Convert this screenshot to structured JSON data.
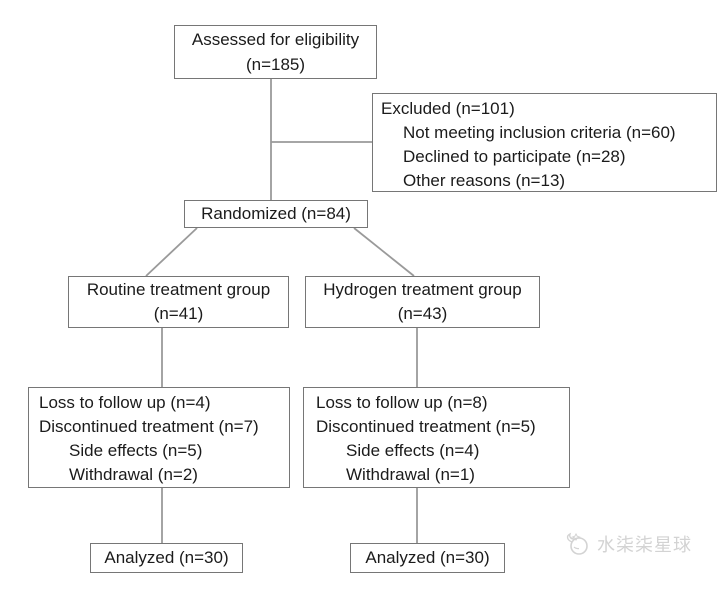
{
  "colors": {
    "box_border": "#767676",
    "connector": "#9a9a9a",
    "text": "#1b1b1b",
    "watermark": "#d3d3d3",
    "background": "#ffffff"
  },
  "flowchart": {
    "assessed": {
      "line1": "Assessed for eligibility",
      "line2": "(n=185)"
    },
    "excluded": {
      "title": "Excluded (n=101)",
      "items": [
        "Not meeting inclusion criteria (n=60)",
        "Declined to participate (n=28)",
        "Other reasons (n=13)"
      ]
    },
    "randomized": {
      "label": "Randomized (n=84)"
    },
    "routine_group": {
      "line1": "Routine treatment group",
      "line2": "(n=41)"
    },
    "hydrogen_group": {
      "line1": "Hydrogen treatment group",
      "line2": "(n=43)"
    },
    "routine_followup": {
      "line1": "Loss to follow up (n=4)",
      "line2": "Discontinued treatment (n=7)",
      "sub1": "Side effects (n=5)",
      "sub2": "Withdrawal (n=2)"
    },
    "hydrogen_followup": {
      "line1": "Loss to follow up (n=8)",
      "line2": "Discontinued treatment (n=5)",
      "sub1": "Side effects (n=4)",
      "sub2": "Withdrawal (n=1)"
    },
    "analyzed_routine": {
      "label": "Analyzed (n=30)"
    },
    "analyzed_hydrogen": {
      "label": "Analyzed (n=30)"
    }
  },
  "watermark": {
    "text": "水柒柒星球"
  }
}
